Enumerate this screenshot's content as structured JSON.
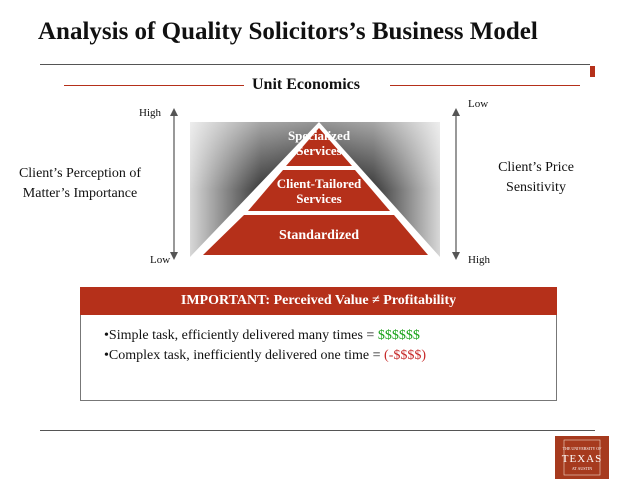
{
  "title": "Analysis of Quality Solicitors’s Business Model",
  "subtitle": "Unit Economics",
  "left_axis": {
    "top_label": "High",
    "bottom_label": "Low",
    "caption": [
      "Client’s Perception of",
      "Matter’s Importance"
    ]
  },
  "right_axis": {
    "top_label": "Low",
    "bottom_label": "High",
    "caption": [
      "Client’s Price",
      "Sensitivity"
    ]
  },
  "pyramid": {
    "tiers": [
      {
        "lines": [
          "Specialized",
          "Services"
        ]
      },
      {
        "lines": [
          "Client-Tailored",
          "Services"
        ]
      },
      {
        "lines": [
          "Standardized"
        ]
      }
    ],
    "fill_color": "#b5301a"
  },
  "important": {
    "heading": "IMPORTANT: Perceived Value ≠ Profitability",
    "bullet1_text": "•Simple task, efficiently delivered many times = ",
    "bullet1_value": "$$$$$$",
    "bullet2_text": "•Complex task, inefficiently delivered one time = ",
    "bullet2_value": "(-$$$$)"
  },
  "colors": {
    "accent": "#b5301a",
    "positive": "#1aa31a",
    "negative": "#c62828"
  },
  "logo": {
    "lines": [
      "THE UNIVERSITY OF",
      "TEXAS",
      "AT AUSTIN"
    ]
  }
}
